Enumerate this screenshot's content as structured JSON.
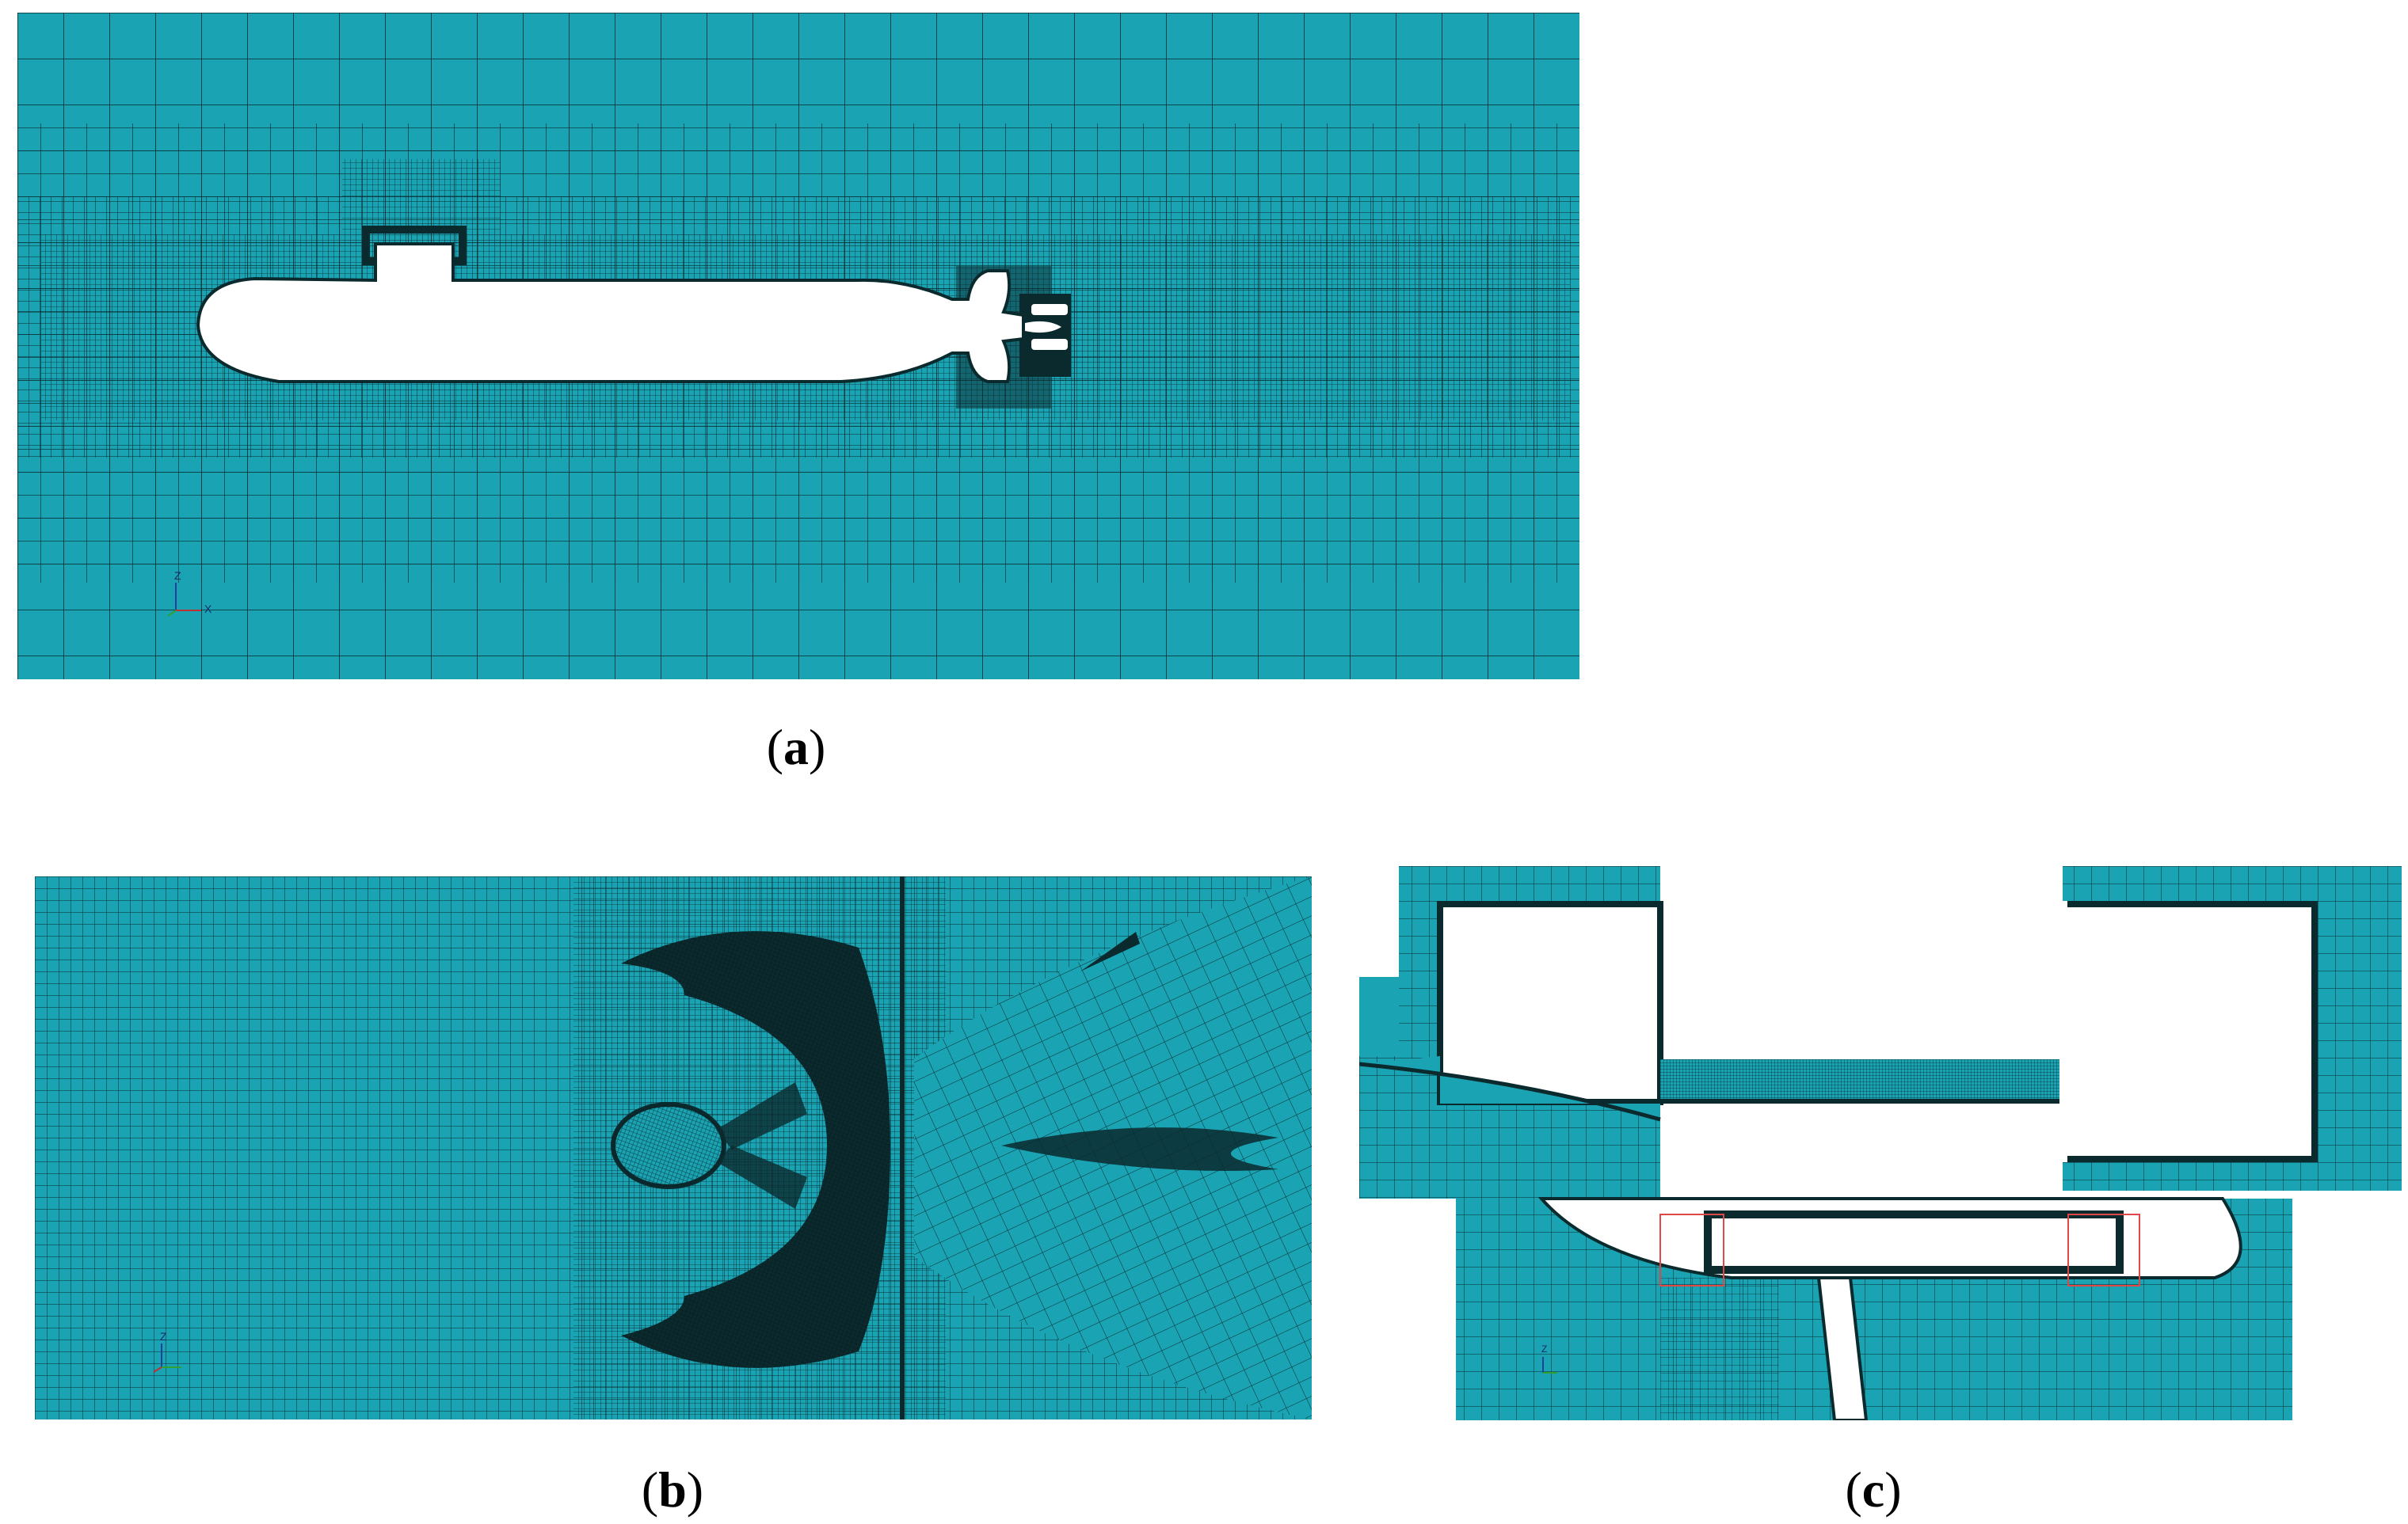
{
  "colors": {
    "mesh_fill": "#1aa3b2",
    "mesh_line": "#0b2a2e",
    "body_fill": "#ffffff",
    "highlight_box": "#e04848"
  },
  "captions": {
    "a": "a",
    "b": "b",
    "c": "c"
  },
  "axis_labels": {
    "a_z": "Z",
    "a_x": "X",
    "b_z": "Z",
    "c_z": "Z"
  }
}
